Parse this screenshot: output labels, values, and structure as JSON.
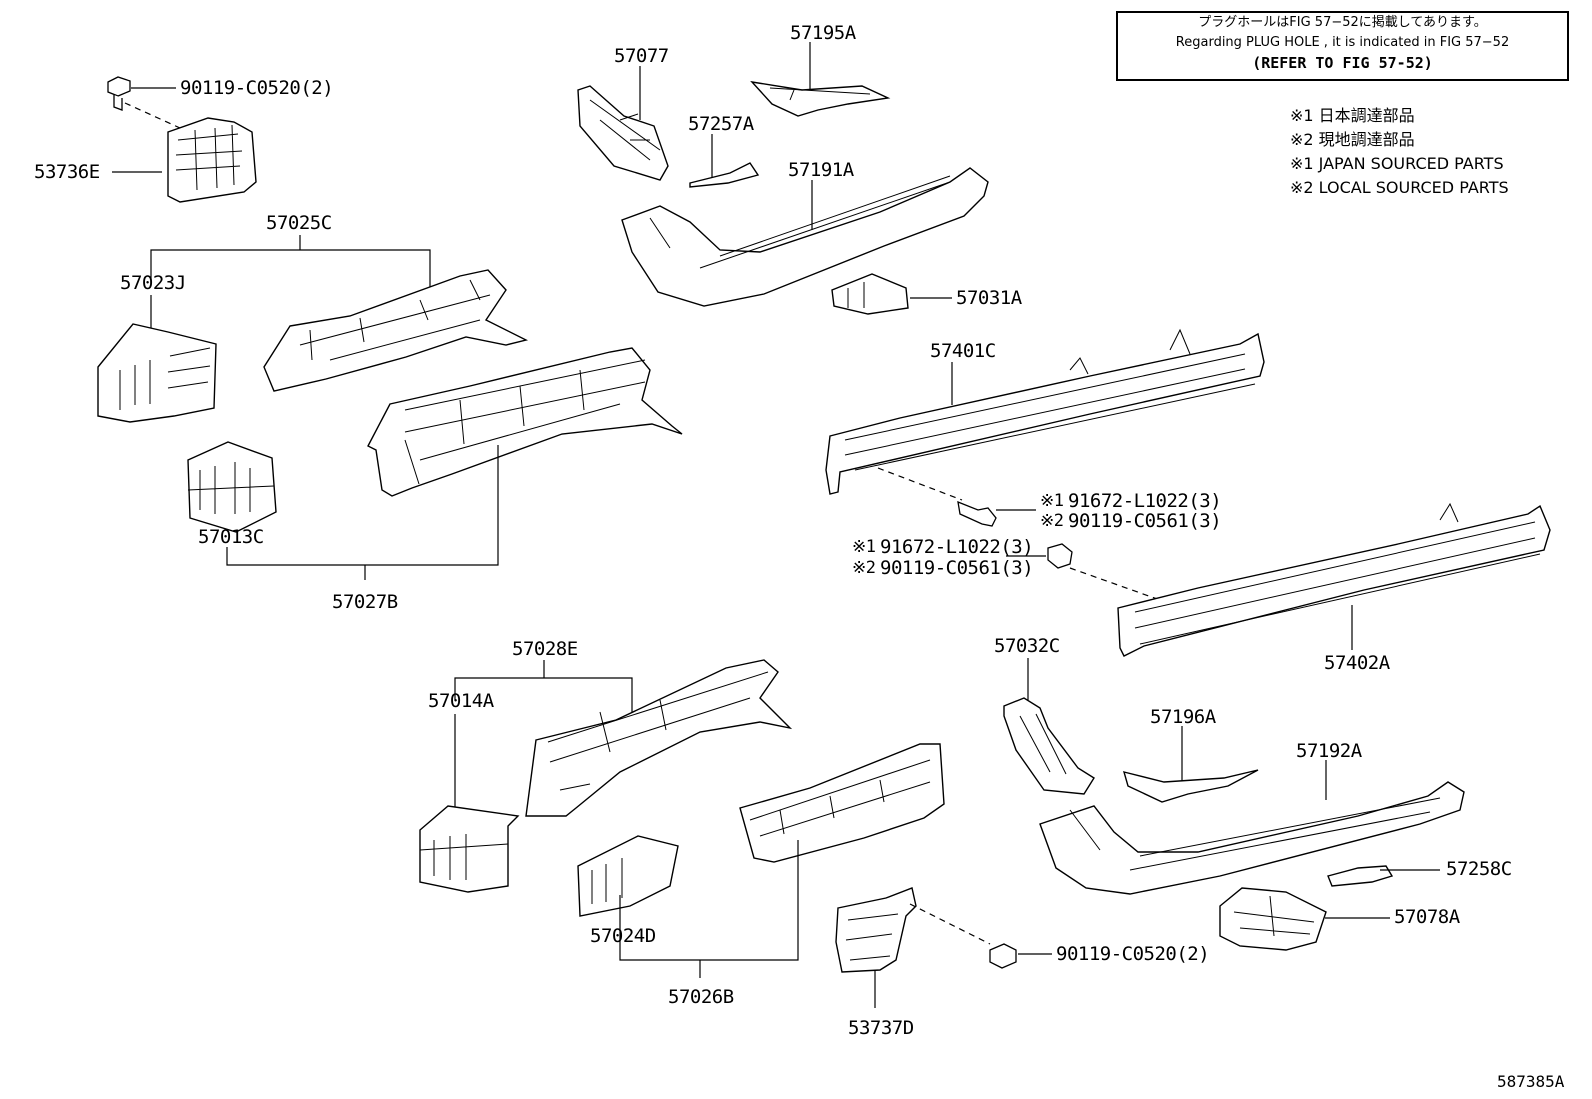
{
  "note": {
    "line_ja": "プラグホールはFIG 57−52に掲載してあります。",
    "line_en": "Regarding PLUG HOLE , it is indicated in FIG 57−52",
    "line_ref": "(REFER TO FIG 57-52)"
  },
  "legend": {
    "ja_1": "※1  日本調達部品",
    "ja_2": "※2  現地調達部品",
    "en_1": "※1  JAPAN SOURCED PARTS",
    "en_2": "※2  LOCAL SOURCED PARTS"
  },
  "figure_number": "587385A",
  "labels": {
    "p90119_c0520_top": "90119-C0520(2)",
    "p53736e": "53736E",
    "p57025c": "57025C",
    "p57023j": "57023J",
    "p57013c": "57013C",
    "p57027b": "57027B",
    "p57077": "57077",
    "p57195a": "57195A",
    "p57257a": "57257A",
    "p57191a": "57191A",
    "p57031a": "57031A",
    "p57401c": "57401C",
    "p91672_a_mark": "※1",
    "p91672_a": "91672-L1022(3)",
    "p90119_c0561_a_mark": "※2",
    "p90119_c0561_a": "90119-C0561(3)",
    "p91672_b_mark": "※1",
    "p91672_b": "91672-L1022(3)",
    "p90119_c0561_b_mark": "※2",
    "p90119_c0561_b": "90119-C0561(3)",
    "p57402a": "57402A",
    "p57028e": "57028E",
    "p57014a": "57014A",
    "p57024d": "57024D",
    "p57026b": "57026B",
    "p53737d": "53737D",
    "p90119_c0520_bottom": "90119-C0520(2)",
    "p57032c": "57032C",
    "p57196a": "57196A",
    "p57192a": "57192A",
    "p57258c": "57258C",
    "p57078a": "57078A"
  }
}
